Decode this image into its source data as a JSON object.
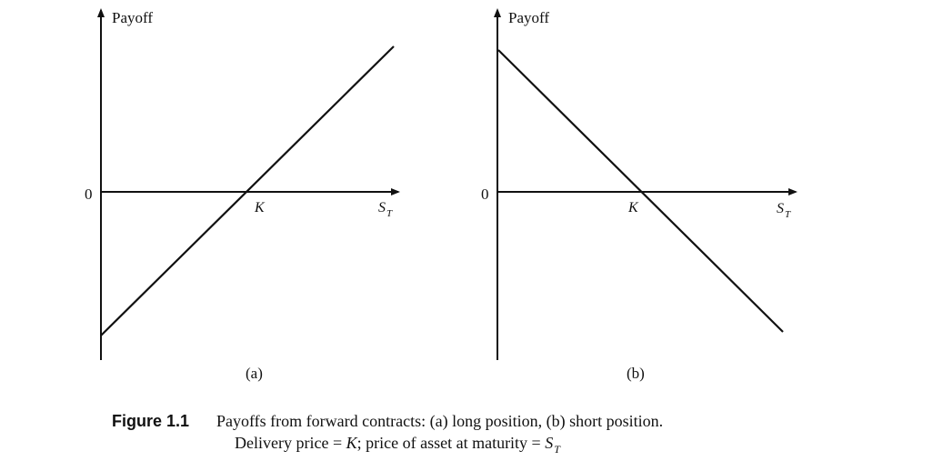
{
  "figure": {
    "panels": [
      {
        "id": "a",
        "y_axis_title": "Payoff",
        "zero_label": "0",
        "k_label": "K",
        "x_axis_title_main": "S",
        "x_axis_title_sub": "T",
        "panel_label": "(a)",
        "line": "long position"
      },
      {
        "id": "b",
        "y_axis_title": "Payoff",
        "zero_label": "0",
        "k_label": "K",
        "x_axis_title_main": "S",
        "x_axis_title_sub": "T",
        "panel_label": "(b)",
        "line": "short position"
      }
    ],
    "caption": {
      "lead": "Figure 1.1",
      "line1": "Payoffs from forward contracts: (a) long position, (b) short position.",
      "line2_prefix": "Delivery price = ",
      "line2_k": "K",
      "line2_middle": "; price of asset at maturity = ",
      "line2_s": "S",
      "line2_sub": "T"
    }
  },
  "colors": {
    "ink": "#111111",
    "background": "#ffffff"
  }
}
